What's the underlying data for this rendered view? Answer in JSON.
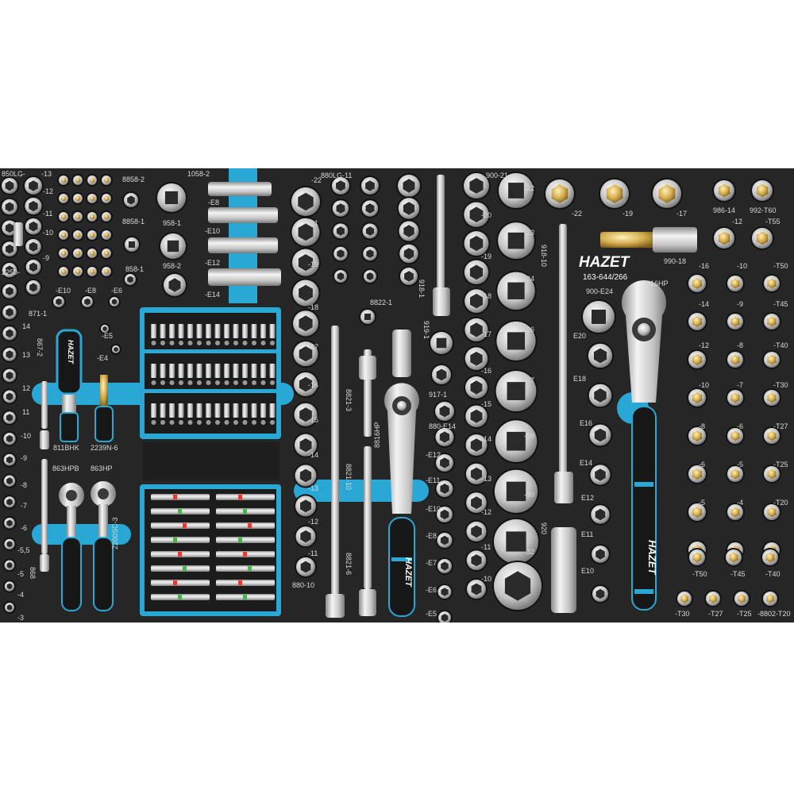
{
  "brand": "HAZET",
  "set_number": "163-644/266",
  "handle_brand": "HAZET",
  "colors": {
    "foam": "#262626",
    "accent": "#29a8d6",
    "chrome": "#d8d8d8",
    "gold": "#c8a24a",
    "handle": "#1a1a1a"
  },
  "labels": {
    "l_850lg": "850LG-",
    "l_13": "-13",
    "l_12": "-12",
    "l_11": "-11",
    "l_10": "-10",
    "l_9": "-9",
    "l_2250": "2250-",
    "l_871_1": "871-1",
    "l_e10": "-E10",
    "l_e8": "-E8",
    "l_e6": "-E6",
    "l_e5": "-E5",
    "l_e4": "-E4",
    "l_8858_2": "8858-2",
    "l_8858_1": "8858-1",
    "l_858_1": "858-1",
    "l_1058_2": "1058-2",
    "l_958_1": "958-1",
    "l_958_2": "958-2",
    "l_ex8": "-E8",
    "l_ex10": "-E10",
    "l_ex12": "-E12",
    "l_ex14": "-E14",
    "l_867_2": "867-2",
    "l_811bhk": "811BHK",
    "l_2239n6": "2239N-6",
    "l_863hpb": "863HPB",
    "l_863hp": "863HP",
    "l_868": "868",
    "l_2200sc3": "2200SC-3",
    "l_left_14": "14",
    "l_left_13": "13",
    "l_left_12": "12",
    "l_left_11": "11",
    "l_left_10": "-10",
    "l_left_9": "-9",
    "l_left_8": "-8",
    "l_left_7": "-7",
    "l_left_6": "-6",
    "l_left_55": "-5,5",
    "l_left_5": "-5",
    "l_left_4": "-4",
    "l_left_3": "-3",
    "l_880lg11": "880LG-11",
    "l_8822_1": "8822-1",
    "l_919_1": "919-1",
    "l_917_1": "917-1",
    "l_918_1": "918-1",
    "l_880e14": "880-E14",
    "l_8821_3": "8821-3",
    "l_8821_10": "8821-10",
    "l_8821_6": "8821-6",
    "l_8816hp": "8816HP",
    "l_880_10": "880-10",
    "l_s22": "-22",
    "l_s21": "-21",
    "l_s19": "-19",
    "l_s18": "-18",
    "l_s17": "-17",
    "l_s16": "-16",
    "l_s15": "-15",
    "l_s14": "-14",
    "l_s13": "-13",
    "l_s12": "-12",
    "l_s11": "-11",
    "l_e12": "-E12",
    "l_e11": "-E11",
    "l_e10b": "-E10",
    "l_e8b": "-E8",
    "l_e7": "-E7",
    "l_e6b": "-E6",
    "l_e5b": "-E5",
    "l_900_21": "900-21",
    "l_m22": "-22",
    "l_m20": "-20",
    "l_m23": "-23",
    "l_m19": "-19",
    "l_m24": "-24",
    "l_m18": "-18",
    "l_m26": "-26",
    "l_m17": "-17",
    "l_m27": "-27",
    "l_m16": "-16",
    "l_m15": "-15",
    "l_m28": "-28",
    "l_m14": "-14",
    "l_m13": "-13",
    "l_m30": "-30",
    "l_m12": "-12",
    "l_m11": "-11",
    "l_m32": "-32",
    "l_m10": "-10",
    "l_918_10": "918-10",
    "l_920": "920",
    "l_900e24": "900-E24",
    "l_e20": "E20",
    "l_e18": "E18",
    "l_e16": "E16",
    "l_e14": "E14",
    "l_e12r": "E12",
    "l_e11r": "E11",
    "l_e10r": "E10",
    "l_b22": "-22",
    "l_b19": "-19",
    "l_b17": "-17",
    "l_986_14": "986-14",
    "l_992_t60": "992-T60",
    "l_990_18": "990-18",
    "l_916hp": "916HP",
    "l_t55": "-T55",
    "l_r12": "-12",
    "l_r16": "-16",
    "l_r10": "-10",
    "l_t50": "-T50",
    "l_r14": "-14",
    "l_r9": "-9",
    "l_t45": "-T45",
    "l_r12b": "-12",
    "l_r8": "-8",
    "l_t40": "-T40",
    "l_r10b": "-10",
    "l_r7": "-7",
    "l_t30": "-T30",
    "l_r8b": "-8",
    "l_r6": "-6",
    "l_t27": "-T27",
    "l_r6b": "-6",
    "l_r5": "-5",
    "l_t25": "-T25",
    "l_r5b": "-5",
    "l_r4": "-4",
    "l_t20": "-T20",
    "l_t50b": "-T50",
    "l_t45b": "-T45",
    "l_t40b": "-T40",
    "l_t30b": "-T30",
    "l_t27b": "-T27",
    "l_t25b": "-T25",
    "l_8802_t20": "-8802-T20"
  }
}
